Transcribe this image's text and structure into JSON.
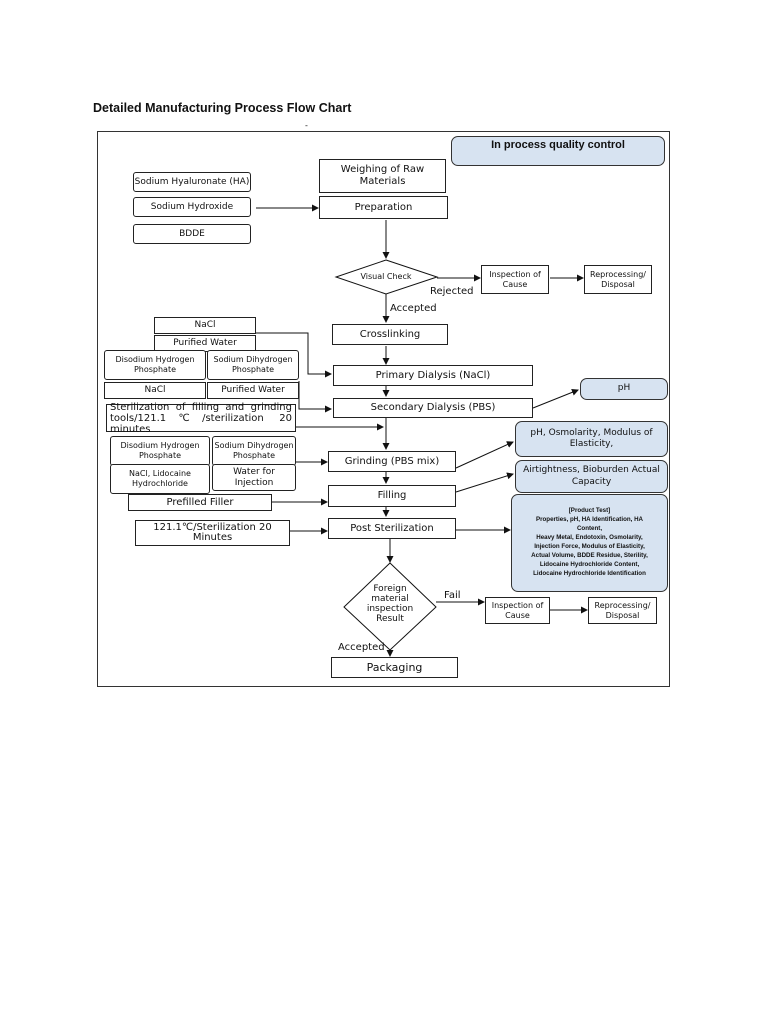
{
  "page_title": "Detailed Manufacturing Process Flow Chart",
  "page_mark": "-",
  "qc_header": "In process quality control",
  "inputs": {
    "ha": "Sodium Hyaluronate (HA)",
    "naoh": "Sodium Hydroxide",
    "bdde": "BDDE",
    "nacl_1": "NaCl",
    "purified_water_1": "Purified Water",
    "disodium_1": "Disodium Hydrogen Phosphate",
    "sodium_dihydrogen_1": "Sodium Dihydrogen Phosphate",
    "nacl_2": "NaCl",
    "purified_water_2": "Purified Water",
    "sterilization_tools": "Sterilization of filling and grinding tools/121.1℃/sterilization 20 minutes",
    "disodium_2": "Disodium Hydrogen Phosphate",
    "sodium_dihydrogen_2": "Sodium Dihydrogen Phosphate",
    "nacl_lidocaine": "NaCl, Lidocaine Hydrochloride",
    "water_injection": "Water for Injection",
    "prefilled_filler": "Prefilled Filler",
    "post_sterilization_cond": "121.1℃/Sterilization 20 Minutes"
  },
  "process": {
    "weighing": "Weighing of Raw Materials",
    "preparation": "Preparation",
    "visual_check": "Visual Check",
    "inspection_cause_1": "Inspection of Cause",
    "reprocessing_1": "Reprocessing/Disposal",
    "rejected": "Rejected",
    "accepted_1": "Accepted",
    "crosslinking": "Crosslinking",
    "primary_dialysis": "Primary Dialysis (NaCl)",
    "secondary_dialysis": "Secondary Dialysis (PBS)",
    "grinding": "Grinding (PBS mix)",
    "filling": "Filling",
    "post_sterilization": "Post Sterilization",
    "foreign_inspection": "Foreign material inspection Result",
    "fail": "Fail",
    "inspection_cause_2": "Inspection of Cause",
    "reprocessing_2": "Reprocessing/Disposal",
    "accepted_2": "Accepted",
    "packaging": "Packaging"
  },
  "qc": {
    "ph": "pH",
    "ph_osmolarity": "pH, Osmolarity, Modulus of Elasticity,",
    "airtightness": "Airtightness, Bioburden Actual Capacity",
    "product_test_header": "[Product Test]",
    "product_test_lines": [
      "Properties, pH, HA Identification, HA",
      "Content,",
      "Heavy Metal, Endotoxin, Osmolarity,",
      "Injection Force, Modulus of Elasticity,",
      "Actual Volume, BDDE Residue, Sterility,",
      "Lidocaine Hydrochloride Content,",
      "Lidocaine Hydrochloride Identification"
    ]
  }
}
